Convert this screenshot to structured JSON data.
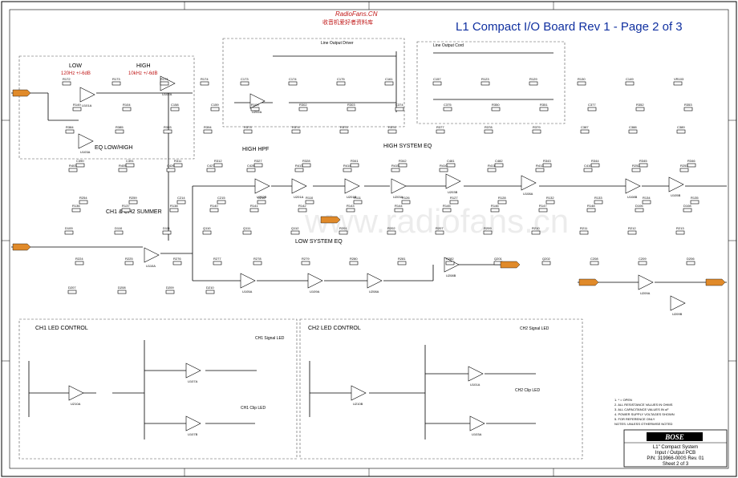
{
  "header": {
    "title": "L1 Compact I/O Board Rev 1 - Page 2 of 3",
    "source_logo": "RadioFans.CN",
    "source_subtitle": "收音机爱好者资料库",
    "watermark": "www.radiofans.cn"
  },
  "blocks": {
    "eq_low": "LOW",
    "eq_low_spec": "120Hz +/-6dB",
    "eq_high": "HIGH",
    "eq_high_spec": "10kHz +/-6dB",
    "eq_lowhigh": "EQ LOW/HIGH",
    "line_output_driver": "Line Output Driver",
    "line_output_cord": "Line Output Cord",
    "high_hpf": "HIGH HPF",
    "high_system_eq": "HIGH  SYSTEM EQ",
    "summer": "CH1 & CH2 SUMMER",
    "low_system_eq": "LOW  SYSTEM EQ",
    "ch1_led": "CH1 LED CONTROL",
    "ch2_led": "CH2 LED CONTROL",
    "ch1_signal_led": "CH1 Signal LED",
    "ch1_clip_led": "CH1 Clip LED",
    "ch2_signal_led": "CH2 Signal LED",
    "ch2_clip_led": "CH2 Clip LED"
  },
  "title_block": {
    "brand": "BOSE",
    "line1": "L1\" Compact System",
    "line2": "Input / Output PCB",
    "line3": "P/N: 319966-000S Rev. 01",
    "line4": "Sheet 2 of 3"
  },
  "opamps": [
    "U101A",
    "U103A",
    "U102A",
    "U107A",
    "U107B",
    "U202A",
    "U202B",
    "U201A",
    "U201B",
    "U203A",
    "U203B",
    "U108A",
    "U108B",
    "U105B",
    "U110A",
    "U105A",
    "U109A",
    "U208A",
    "U208B",
    "U209A",
    "U209B",
    "U210A",
    "U210B"
  ],
  "labels": [
    "R172",
    "R173",
    "R171",
    "R174",
    "C173",
    "C174",
    "C175",
    "C161",
    "C157",
    "R123",
    "R129",
    "R130",
    "C149",
    "VR103",
    "R149",
    "R104",
    "C158",
    "C159",
    "R109",
    "R302",
    "R303",
    "C374",
    "C375",
    "R350",
    "R351",
    "C377",
    "R352",
    "R353",
    "R384",
    "R385",
    "R393",
    "R394",
    "R373",
    "R374",
    "R375",
    "R376",
    "R377",
    "R378",
    "R379",
    "C387",
    "C388",
    "C389",
    "C390",
    "C391",
    "R311",
    "R312",
    "R327",
    "R328",
    "R341",
    "R342",
    "C481",
    "C482",
    "R343",
    "R344",
    "R345",
    "R346",
    "R403",
    "R405",
    "C426",
    "C427",
    "C428",
    "R413",
    "R414",
    "R415",
    "R410",
    "R411",
    "R412",
    "C410",
    "R252",
    "R253",
    "R254",
    "R259",
    "C214",
    "C215",
    "C216",
    "R110",
    "R111",
    "R126",
    "R127",
    "R128",
    "R132",
    "R133",
    "R134",
    "R135",
    "R136",
    "R137",
    "R138",
    "R140",
    "R141",
    "R142",
    "R143",
    "R144",
    "R145",
    "R146",
    "R147",
    "R148",
    "D106",
    "D108",
    "D109",
    "D110",
    "D111",
    "Q110",
    "Q111",
    "Q112",
    "R201",
    "R202",
    "R207",
    "R209",
    "R210",
    "R211",
    "R212",
    "R213",
    "R224",
    "R225",
    "R276",
    "R277",
    "R278",
    "R279",
    "R280",
    "R281",
    "R282",
    "Q201",
    "Q202",
    "C208",
    "C209",
    "D206",
    "D207",
    "D208",
    "D209",
    "D210"
  ],
  "notes": [
    "1. * = OPEN",
    "2. ALL RESISTANCE VALUES IN OHMS",
    "3. ALL CAPACITANCE VALUES IN uF",
    "4. POWER SUPPLY VOLTAGES SHOWN",
    "5. FOR REFERENCE ONLY",
    "NOTES: UNLESS OTHERWISE NOTED"
  ]
}
